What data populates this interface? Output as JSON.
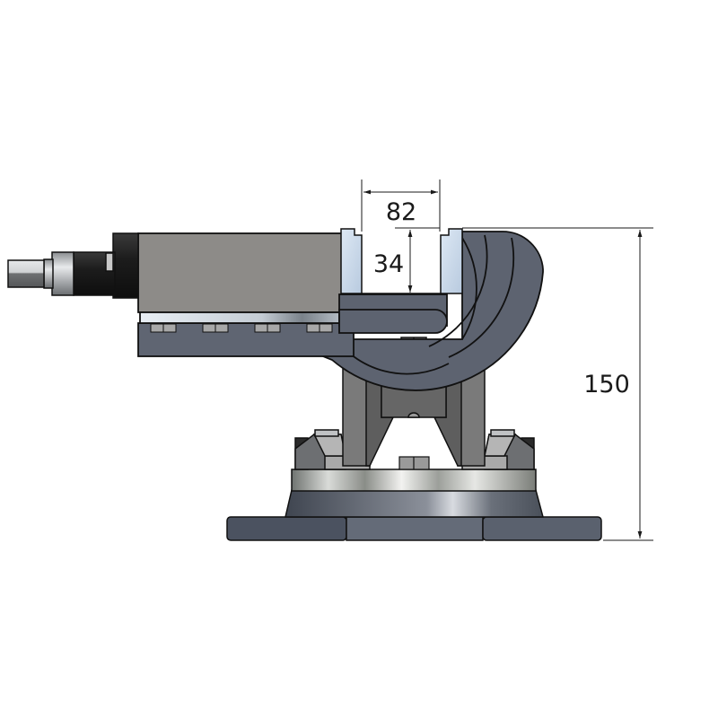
{
  "figure": {
    "subject": "Tilting machine vise — side view with dimensions",
    "dimensions": {
      "jaw_width": "82",
      "jaw_height": "34",
      "overall_height": "150"
    },
    "colors": {
      "body_dark": "#5d6370",
      "body_mid": "#6b717d",
      "slide_gray": "#8d8b88",
      "jaw_blue": "#c9d9ea",
      "outline": "#111111",
      "dimension_line": "#1a1a1a"
    }
  }
}
